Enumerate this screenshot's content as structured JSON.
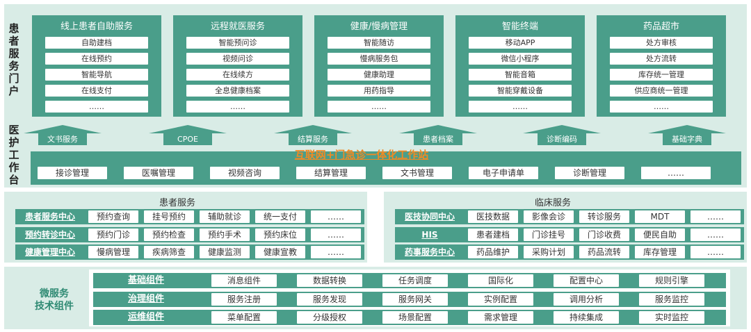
{
  "portal": {
    "label": "患者服务门户",
    "columns": [
      {
        "title": "线上患者自助服务",
        "items": [
          "自助建档",
          "在线预约",
          "智能导航",
          "在线支付",
          "……"
        ]
      },
      {
        "title": "远程就医服务",
        "items": [
          "智能预问诊",
          "视频问诊",
          "在线续方",
          "全息健康档案",
          "……"
        ]
      },
      {
        "title": "健康/慢病管理",
        "items": [
          "智能随访",
          "慢病服务包",
          "健康助理",
          "用药指导",
          "……"
        ]
      },
      {
        "title": "智能终端",
        "items": [
          "移动APP",
          "微信小程序",
          "智能音箱",
          "智能穿戴设备",
          "……"
        ]
      },
      {
        "title": "药品超市",
        "items": [
          "处方审核",
          "处方流转",
          "库存统一管理",
          "供应商统一管理",
          "……"
        ]
      }
    ]
  },
  "workstation": {
    "label": "医护工作台",
    "arrows": [
      "文书服务",
      "CPOE",
      "结算服务",
      "患者档案",
      "诊断编码",
      "基础字典"
    ],
    "title": "互联网+门急诊一体化工作站",
    "items": [
      "接诊管理",
      "医嘱管理",
      "视频咨询",
      "结算管理",
      "文书管理",
      "电子申请单",
      "诊断管理",
      "……"
    ]
  },
  "patient_services": {
    "title": "患者服务",
    "rows": [
      {
        "label": "患者服务中心",
        "items": [
          "预约查询",
          "挂号预约",
          "辅助就诊",
          "统一支付",
          "……"
        ]
      },
      {
        "label": "预约转诊中心",
        "items": [
          "预约门诊",
          "预约检查",
          "预约手术",
          "预约床位",
          "……"
        ]
      },
      {
        "label": "健康管理中心",
        "items": [
          "慢病管理",
          "疾病筛查",
          "健康监测",
          "健康宣教",
          "……"
        ]
      }
    ]
  },
  "clinical_services": {
    "title": "临床服务",
    "rows": [
      {
        "label": "医技协同中心",
        "items": [
          "医技数据",
          "影像会诊",
          "转诊服务",
          "MDT",
          "……"
        ]
      },
      {
        "label": "HIS",
        "items": [
          "患者建档",
          "门诊挂号",
          "门诊收费",
          "便民自助",
          "……"
        ]
      },
      {
        "label": "药事服务中心",
        "items": [
          "药品维护",
          "采购计划",
          "药品流转",
          "库存管理",
          "……"
        ]
      }
    ]
  },
  "microservices": {
    "label_line1": "微服务",
    "label_line2": "技术组件",
    "rows": [
      {
        "label": "基础组件",
        "items": [
          "消息组件",
          "数据转换",
          "任务调度",
          "国际化",
          "配置中心",
          "规则引擎"
        ]
      },
      {
        "label": "治理组件",
        "items": [
          "服务注册",
          "服务发现",
          "服务网关",
          "实例配置",
          "调用分析",
          "服务监控"
        ]
      },
      {
        "label": "运维组件",
        "items": [
          "菜单配置",
          "分级授权",
          "场景配置",
          "需求管理",
          "持续集成",
          "实时监控"
        ]
      }
    ]
  },
  "colors": {
    "teal": "#4a9e8a",
    "panel": "#d9ece6",
    "title_orange": "#f08a24"
  }
}
